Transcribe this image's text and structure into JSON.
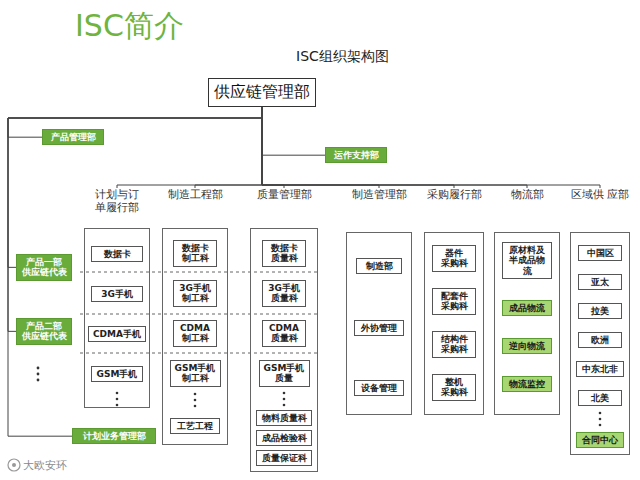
{
  "diagram": {
    "title": "ISC简介",
    "nodes": [
      {
        "text": [
          "供应链管理部"
        ]
      },
      {
        "text": [
          "产品管理部"
        ]
      },
      {
        "text": [
          "运作支持部"
        ]
      },
      {
        "text": [
          "产品一部 供应链代表"
        ]
      },
      {
        "text": [
          "产品二部 供应链代表"
        ]
      },
      {
        "text": [
          "计划与订 单履行部"
        ]
      },
      {
        "text": [
          "数据卡"
        ],
        "in": 5
      },
      {
        "text": [
          "3G手机"
        ],
        "in": 5
      },
      {
        "text": [
          "CDMA手机"
        ],
        "in": 5
      },
      {
        "text": [
          "GSM手机"
        ],
        "in": 5
      },
      {
        "text": [
          "制造工程部"
        ]
      },
      {
        "text": [
          "数据卡 制工科"
        ],
        "in": 10
      },
      {
        "text": [
          "3G手机 制工科"
        ],
        "in": 10
      },
      {
        "text": [
          "CDMA 制工科"
        ],
        "in": 10
      },
      {
        "text": [
          "GSM手机 制工科"
        ],
        "in": 10
      },
      {
        "text": [
          "工艺工程"
        ],
        "in": 10
      },
      {
        "text": [
          "质量管理部"
        ]
      },
      {
        "text": [
          "数据卡 质量科"
        ],
        "in": 16
      },
      {
        "text": [
          "3G手机 质量科"
        ],
        "in": 16
      },
      {
        "text": [
          "CDMA 质量科"
        ],
        "in": 16
      },
      {
        "text": [
          "GSM手机 质量"
        ],
        "in": 16
      },
      {
        "text": [
          "物料质量科"
        ],
        "in": 16
      },
      {
        "text": [
          "成品检验科"
        ],
        "in": 16
      },
      {
        "text": [
          "质量保证科"
        ],
        "in": 16
      },
      {
        "text": [
          "制造管理部"
        ]
      },
      {
        "text": [
          "制造部"
        ],
        "in": 24
      },
      {
        "text": [
          "外协管理"
        ],
        "in": 24
      },
      {
        "text": [
          "设备管理"
        ],
        "in": 24
      },
      {
        "text": [
          "采购履行部"
        ]
      },
      {
        "text": [
          "器件 采购科"
        ],
        "in": 28
      },
      {
        "text": [
          "配套件 采购科"
        ],
        "in": 28
      },
      {
        "text": [
          "结构件 采购科"
        ],
        "in": 28
      },
      {
        "text": [
          "整机 采购科"
        ],
        "in": 28
      },
      {
        "text": [
          "物流部"
        ]
      },
      {
        "text": [
          "原材料及 半成品物 流"
        ],
        "in": 33
      },
      {
        "text": [
          "成品物流"
        ],
        "in": 33
      },
      {
        "text": [
          "逆向物流"
        ],
        "in": 33
      },
      {
        "text": [
          "物流监控"
        ],
        "in": 33
      },
      {
        "text": [
          "区域供 应部"
        ]
      },
      {
        "text": [
          "中国区"
        ],
        "in": 38
      },
      {
        "text": [
          "亚太"
        ],
        "in": 38
      },
      {
        "text": [
          "拉美"
        ],
        "in": 38
      },
      {
        "text": [
          "欧洲"
        ],
        "in": 38
      },
      {
        "text": [
          "中东北非"
        ],
        "in": 38
      },
      {
        "text": [
          "北美"
        ],
        "in": 38
      },
      {
        "text": [
          "合同中心"
        ],
        "in": 38
      },
      {
        "text": [
          "计划业务管理部"
        ]
      }
    ],
    "edges": [
      {
        "from": 0,
        "to": 1,
        "arrow": "none"
      },
      {
        "from": 0,
        "to": 2,
        "arrow": "none"
      },
      {
        "from": 0,
        "to": 3,
        "arrow": "none"
      },
      {
        "from": 0,
        "to": 4,
        "arrow": "none"
      },
      {
        "from": 0,
        "to": 46,
        "arrow": "none"
      },
      {
        "from": 0,
        "to": 5,
        "arrow": "none"
      },
      {
        "from": 0,
        "to": 10,
        "arrow": "none"
      },
      {
        "from": 0,
        "to": 16,
        "arrow": "none"
      },
      {
        "from": 0,
        "to": 24,
        "arrow": "none"
      },
      {
        "from": 0,
        "to": 28,
        "arrow": "none"
      },
      {
        "from": 0,
        "to": 33,
        "arrow": "none"
      },
      {
        "from": 0,
        "to": 38,
        "arrow": "none"
      }
    ],
    "labels": [
      "ISC组织架构图",
      "大欧安环"
    ]
  }
}
